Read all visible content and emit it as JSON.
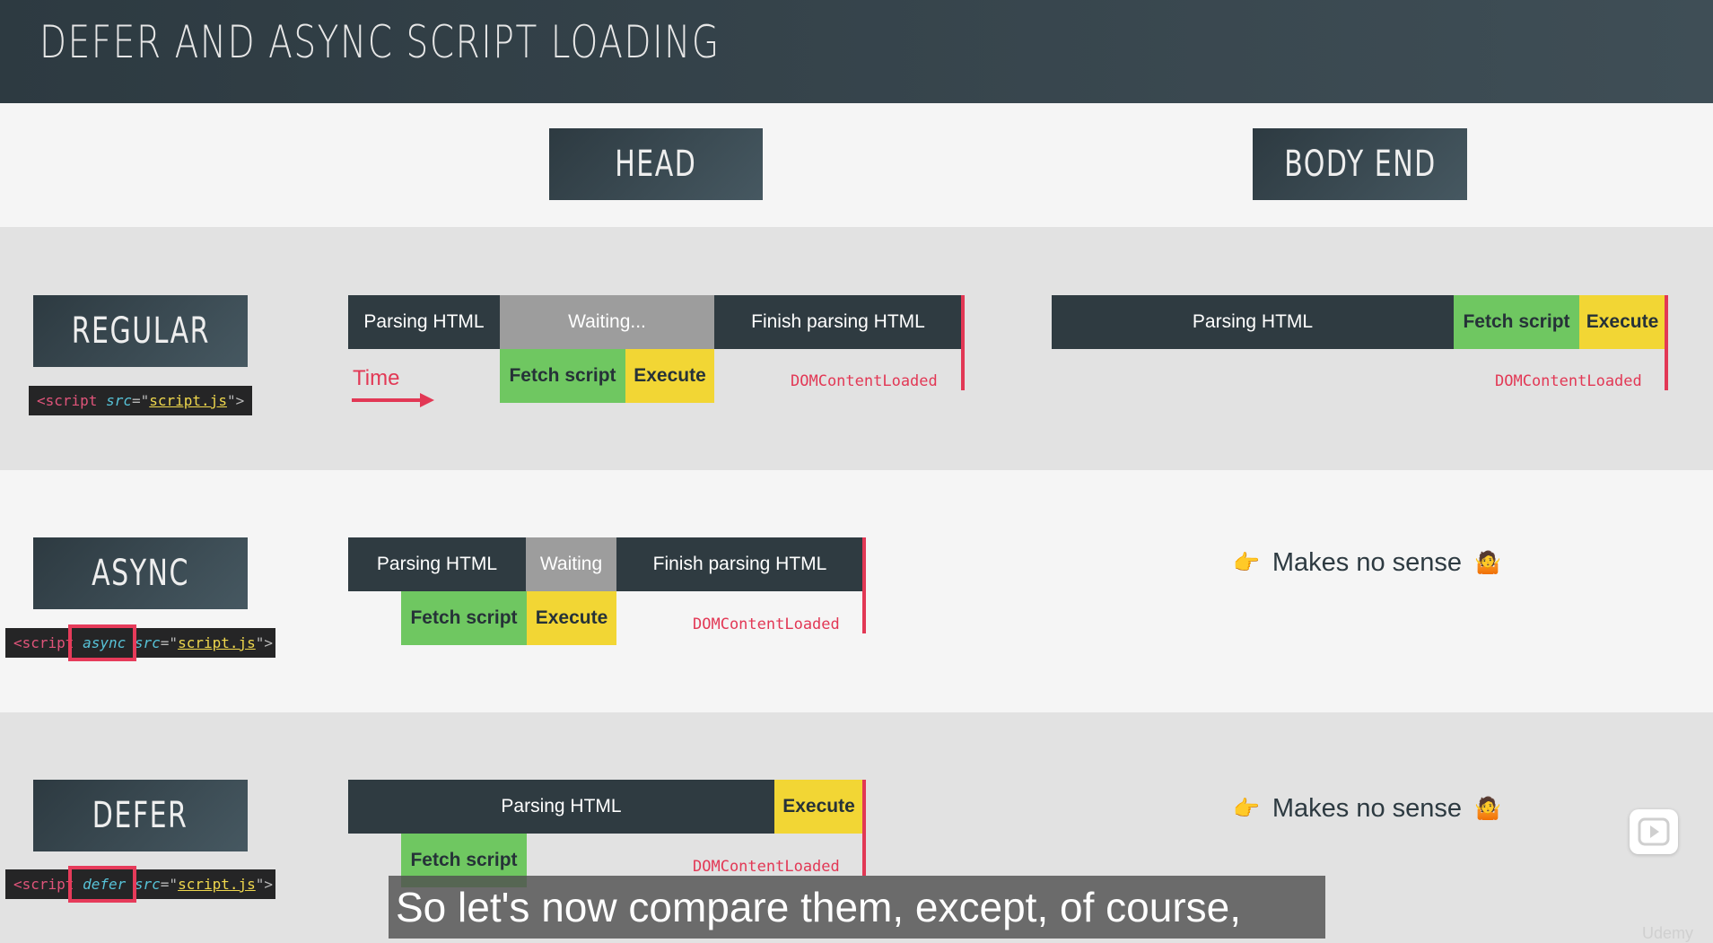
{
  "title": "DEFER AND ASYNC SCRIPT LOADING",
  "columns": {
    "head": "HEAD",
    "body_end": "BODY END"
  },
  "rows": {
    "regular": {
      "label": "REGULAR",
      "code": {
        "open": "<script",
        "attr": "src",
        "eq": "=\"",
        "src": "script.js",
        "close": "\">"
      }
    },
    "async": {
      "label": "ASYNC",
      "code": {
        "open": "<script",
        "attr": "async",
        "attr2": "src",
        "eq": "=\"",
        "src": "script.js",
        "close": "\">"
      }
    },
    "defer": {
      "label": "DEFER",
      "code": {
        "open": "<script",
        "attr": "defer",
        "attr2": "src",
        "eq": "=\"",
        "src": "script.js",
        "close": "\">"
      }
    }
  },
  "bars": {
    "parsing_html": "Parsing HTML",
    "waiting_ellipsis": "Waiting...",
    "waiting": "Waiting",
    "finish_parsing": "Finish parsing HTML",
    "fetch_script": "Fetch script",
    "execute": "Execute",
    "dom_content_loaded": "DOMContentLoaded",
    "time": "Time"
  },
  "makes_no_sense": "Makes no sense",
  "subtitle": "So let's now compare them, except, of course,",
  "watermark": "Udemy",
  "colors": {
    "dark": "#2f3b41",
    "green": "#6fc761",
    "yellow": "#f2d634",
    "gray": "#9d9d9d",
    "red": "#e23855"
  }
}
